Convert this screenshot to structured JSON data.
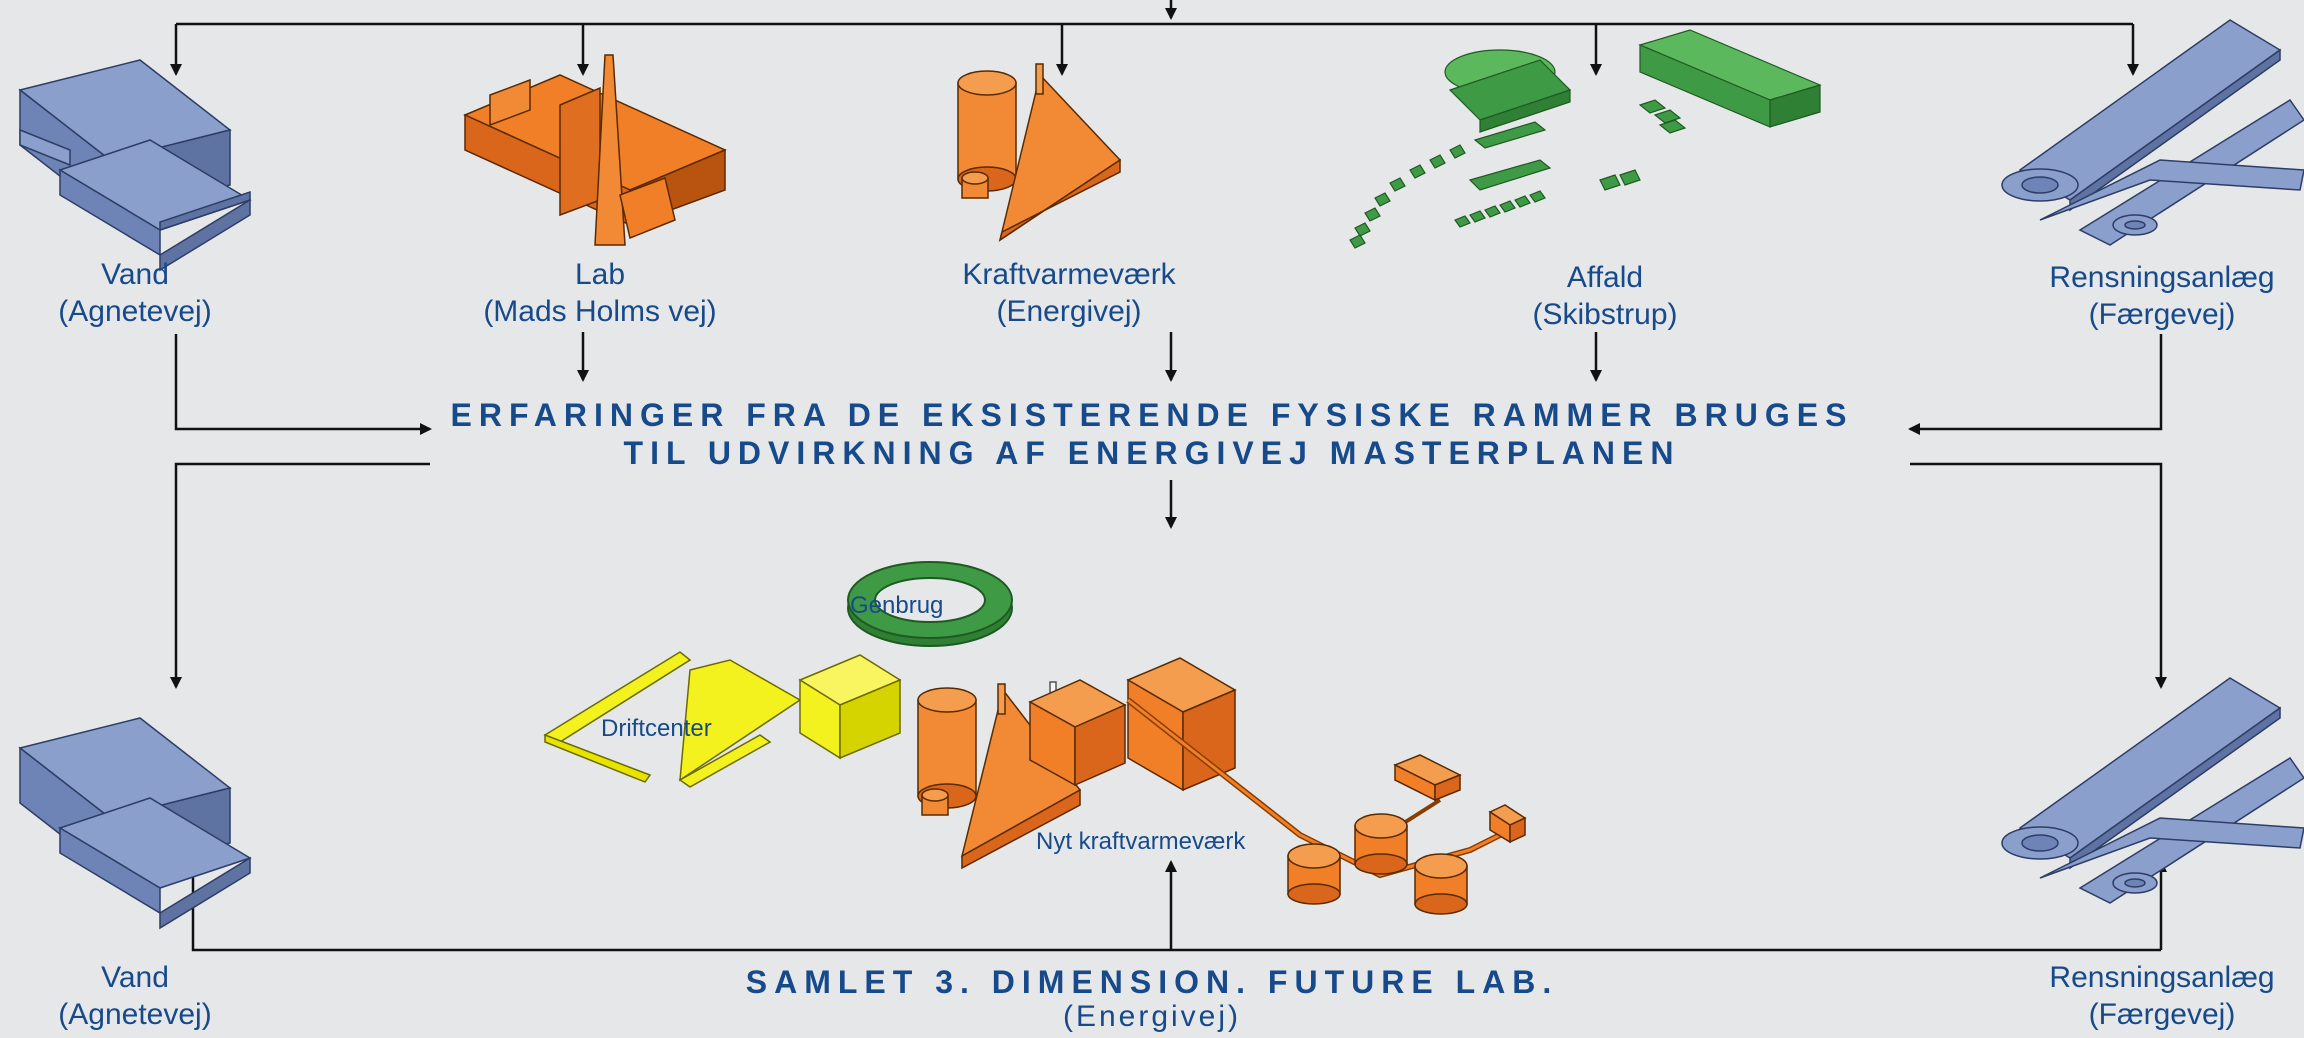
{
  "top_row": [
    {
      "name": "Vand",
      "street": "(Agnetevej)"
    },
    {
      "name": "Lab",
      "street": "(Mads Holms vej)"
    },
    {
      "name": "Kraftvarmeværk",
      "street": "(Energivej)"
    },
    {
      "name": "Affald",
      "street": "(Skibstrup)"
    },
    {
      "name": "Rensningsanlæg",
      "street": "(Færgevej)"
    }
  ],
  "middle": {
    "line1": "ERFARINGER FRA DE EKSISTERENDE FYSISKE RAMMER BRUGES",
    "line2": "TIL UDVIRKNING AF ENERGIVEJ MASTERPLANEN"
  },
  "bottom_row": {
    "left": {
      "name": "Vand",
      "street": "(Agnetevej)"
    },
    "right": {
      "name": "Rensningsanlæg",
      "street": "(Færgevej)"
    },
    "center_title": "SAMLET 3. DIMENSION. FUTURE LAB.",
    "center_street": "(Energivej)"
  },
  "future_lab_labels": {
    "genbrug": "Genbrug",
    "driftcenter": "Driftcenter",
    "nyt_kraftvarmevaerk": "Nyt kraftvarmeværk"
  },
  "colors": {
    "text": "#174a8b",
    "water_blue": "#8a9fcc",
    "orange": "#f07f28",
    "green": "#3f9a45",
    "yellow": "#f4f21e"
  }
}
